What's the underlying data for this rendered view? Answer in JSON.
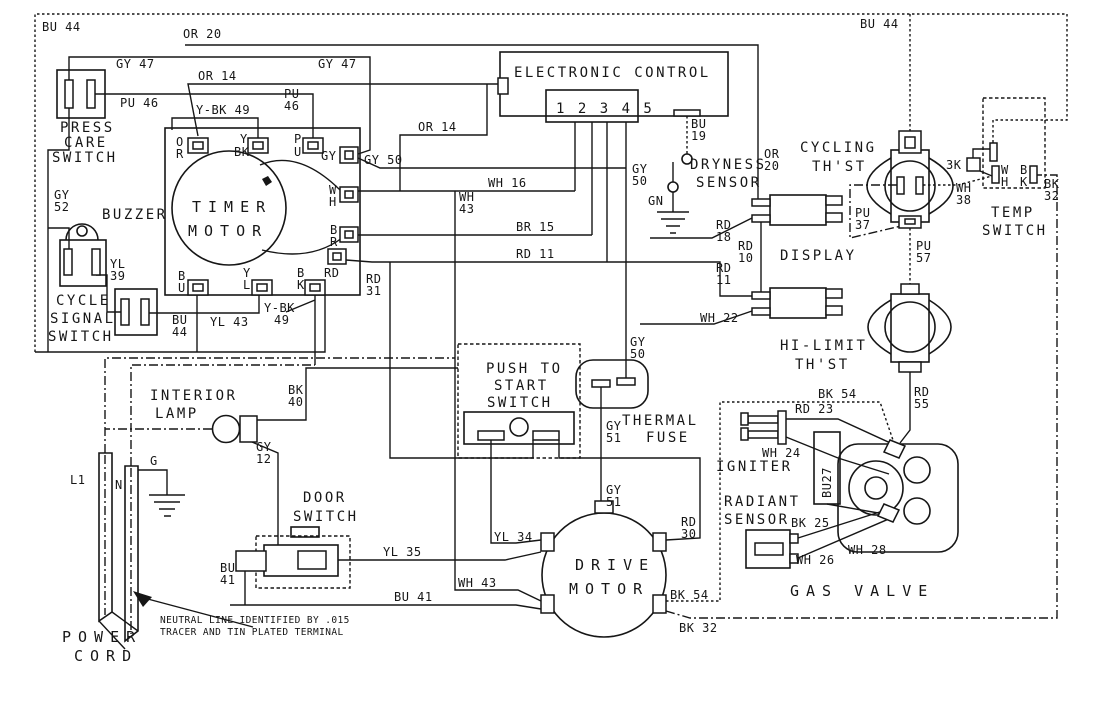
{
  "colors": {
    "ink": "#161616",
    "paper": "#ffffff"
  },
  "c": {
    "press_care_switch": [
      "PRESS",
      "CARE",
      "SWITCH"
    ],
    "buzzer": "BUZZER",
    "cycle_signal_switch": [
      "CYCLE",
      "SIGNAL",
      "SWITCH"
    ],
    "timer_motor": [
      "TIMER",
      "MOTOR"
    ],
    "timer_terminals": {
      "or": [
        "O",
        "R"
      ],
      "ybk": [
        "Y",
        "BK"
      ],
      "pu": [
        "P",
        "U"
      ],
      "gy": "GY",
      "wh": [
        "W",
        "H"
      ],
      "br": [
        "B",
        "R"
      ],
      "rd": "RD",
      "bu": [
        "B",
        "U"
      ],
      "yl": [
        "Y",
        "L"
      ],
      "bk": [
        "B",
        "K"
      ]
    },
    "electronic_control": "ELECTRONIC CONTROL",
    "ec_pins": "1 2 3 4 5",
    "dryness_sensor": [
      "DRYNESS",
      "SENSOR"
    ],
    "display": "DISPLAY",
    "cycling_thst": [
      "CYCLING",
      "TH'ST"
    ],
    "temp_switch": [
      "TEMP",
      "SWITCH"
    ],
    "temp_terminals": {
      "w": "W",
      "h": "H",
      "b": "B",
      "k": "K"
    },
    "hi_limit_thst": [
      "HI-LIMIT",
      "TH'ST"
    ],
    "gas_valve": "GAS VALVE",
    "igniter": "IGNITER",
    "radiant_sensor": [
      "RADIANT",
      "SENSOR"
    ],
    "push_to_start_switch": [
      "PUSH TO",
      "START",
      "SWITCH"
    ],
    "thermal_fuse": [
      "THERMAL",
      "FUSE"
    ],
    "drive_motor": [
      "DRIVE",
      "MOTOR"
    ],
    "interior_lamp": [
      "INTERIOR",
      "LAMP"
    ],
    "door_switch": [
      "DOOR",
      "SWITCH"
    ],
    "power_cord": [
      "POWER",
      "CORD"
    ],
    "note": [
      "NEUTRAL LINE IDENTIFIED BY .015",
      "TRACER AND TIN PLATED TERMINAL"
    ]
  },
  "w": {
    "bu44_top_left": "BU 44",
    "or20_top": "OR 20",
    "gy47_left": "GY 47",
    "gy47_right": "GY 47",
    "or14_left": "OR 14",
    "pu46_left": "PU 46",
    "ybk49_top": "Y-BK 49",
    "pu46_right": [
      "PU",
      "46"
    ],
    "or14_mid": "OR 14",
    "gy50_timer": "GY 50",
    "wh16": "WH 16",
    "gy52": [
      "GY",
      "52"
    ],
    "wh43_stack": [
      "WH",
      "43"
    ],
    "br15": "BR 15",
    "rd11_mid": "RD 11",
    "yl39": [
      "YL",
      "39"
    ],
    "rd31": [
      "RD",
      "31"
    ],
    "bu44_bottom": [
      "BU",
      "44"
    ],
    "yl43": "YL 43",
    "ybk49_bottom": [
      "Y-BK",
      "49"
    ],
    "bu19": [
      "BU",
      "19"
    ],
    "gy50_ec": [
      "GY",
      "50"
    ],
    "gn": "GN",
    "or20_right": [
      "OR",
      "20"
    ],
    "rd18": [
      "RD",
      "18"
    ],
    "rd10": [
      "RD",
      "10"
    ],
    "rd11_right": [
      "RD",
      "11"
    ],
    "wh22": "WH 22",
    "bu44_top_right": "BU 44",
    "r3k": "3K",
    "wh38": [
      "WH",
      "38"
    ],
    "bk32_right": [
      "BK",
      "32"
    ],
    "pu37": [
      "PU",
      "37"
    ],
    "pu57": [
      "PU",
      "57"
    ],
    "bk54_valve": "BK 54",
    "rd55": [
      "RD",
      "55"
    ],
    "rd23": "RD 23",
    "wh24": "WH 24",
    "bk25": "BK 25",
    "wh26": "WH 26",
    "wh28": "WH 28",
    "bu27": "BU27",
    "gy50_fuse": [
      "GY",
      "50"
    ],
    "gy51_upper": [
      "GY",
      "51"
    ],
    "gy51_lower": [
      "GY",
      "51"
    ],
    "rd30": [
      "RD",
      "30"
    ],
    "yl34": "YL 34",
    "bk40": [
      "BK",
      "40"
    ],
    "gy12": [
      "GY",
      "12"
    ],
    "yl35": "YL 35",
    "bu41_left": [
      "BU",
      "41"
    ],
    "bu41_bottom": "BU 41",
    "wh43_bottom": "WH 43",
    "bk54_motor": "BK 54",
    "bk32_motor": "BK 32",
    "l1": "L1",
    "n": "N",
    "g": "G"
  }
}
